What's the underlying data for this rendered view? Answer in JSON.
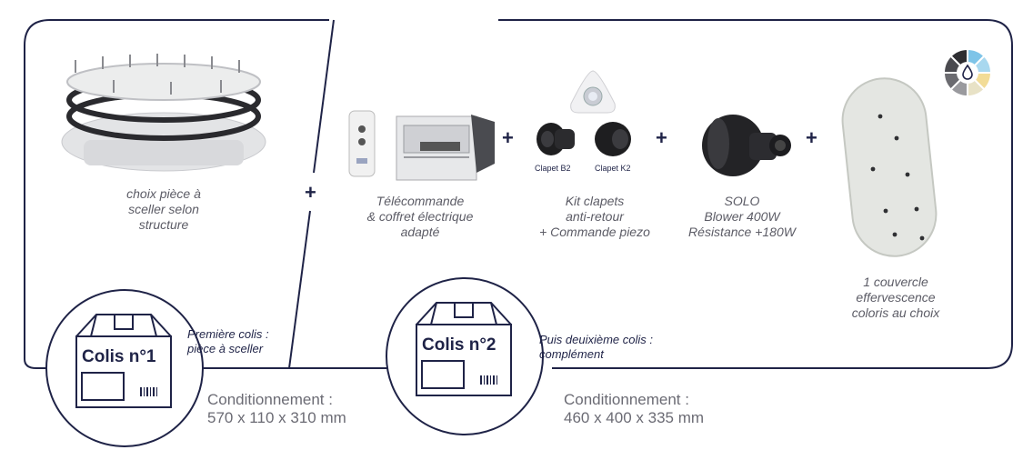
{
  "product1": {
    "caption": [
      "choix pièce à",
      "sceller selon",
      "structure"
    ]
  },
  "product2": {
    "caption": [
      "Télécommande",
      "& coffret électrique",
      "adapté"
    ]
  },
  "product3": {
    "caption": [
      "Kit clapets",
      "anti-retour",
      "+ Commande piezo"
    ],
    "clapet_b2": "Clapet B2",
    "clapet_k2": "Clapet K2"
  },
  "product4": {
    "caption": [
      "SOLO",
      "Blower 400W",
      "Résistance +180W"
    ]
  },
  "product5": {
    "caption": [
      "1 couvercle",
      "effervescence",
      "coloris au choix"
    ]
  },
  "plus_sign": "+",
  "colis1": {
    "box_title": "Colis n°1",
    "label": [
      "Première colis :",
      "pièce à sceller"
    ],
    "cond_title": "Conditionnement :",
    "cond_dims": "570 x 110 x 310 mm"
  },
  "colis2": {
    "box_title": "Colis n°2",
    "label": [
      "Puis deuixième colis :",
      "complément"
    ],
    "cond_title": "Conditionnement :",
    "cond_dims": "460 x 400 x 335 mm"
  },
  "colors": {
    "navy": "#1f2347",
    "caption_grey": "#5c5c66",
    "wheel_blue": "#7ec4e8",
    "wheel_yellow": "#f2dc97"
  }
}
